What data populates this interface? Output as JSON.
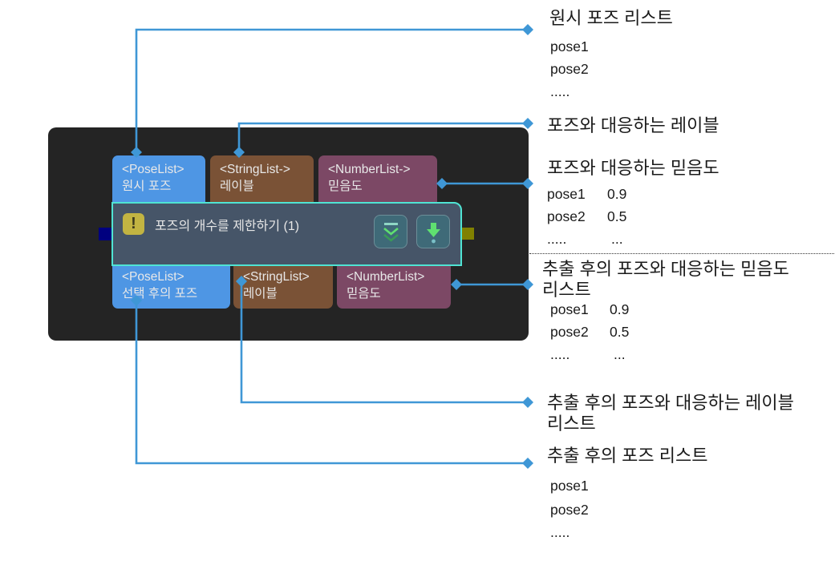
{
  "node": {
    "title": "포즈의 개수를 제한하기 (1)",
    "status_icon": "warning-icon",
    "buttons": [
      {
        "name": "collapse-expand-button",
        "icon": "double-chevron-down-icon"
      },
      {
        "name": "download-button",
        "icon": "download-arrow-icon"
      }
    ]
  },
  "inputs": [
    {
      "type": "<PoseList>",
      "label": "원시 포즈",
      "color": "#4e96e4"
    },
    {
      "type": "<StringList->",
      "label": "레이블",
      "color": "#7a5236"
    },
    {
      "type": "<NumberList->",
      "label": "믿음도",
      "color": "#7c4865"
    }
  ],
  "outputs": [
    {
      "type": "<PoseList>",
      "label": "선택 후의 포즈",
      "color": "#4e96e4"
    },
    {
      "type": "<StringList>",
      "label": "레이블",
      "color": "#7a5236"
    },
    {
      "type": "<NumberList>",
      "label": "믿음도",
      "color": "#7c4865"
    }
  ],
  "annotations": {
    "raw_poses": {
      "title": "원시 포즈 리스트",
      "rows": [
        "pose1",
        "pose2",
        "....."
      ]
    },
    "labels": {
      "title": "포즈와 대응하는 레이블"
    },
    "confidence": {
      "title": "포즈와 대응하는 믿음도",
      "rows": [
        [
          "pose1",
          "0.9"
        ],
        [
          "pose2",
          "0.5"
        ],
        [
          ".....",
          "..."
        ]
      ]
    },
    "out_confidence": {
      "title_line1": "추출 후의 포즈와 대응하는 믿음도",
      "title_line2": "리스트",
      "rows": [
        [
          "pose1",
          "0.9"
        ],
        [
          "pose2",
          "0.5"
        ],
        [
          ".....",
          "..."
        ]
      ]
    },
    "out_labels": {
      "title_line1": "추출 후의 포즈와 대응하는 레이블",
      "title_line2": "리스트"
    },
    "out_poses": {
      "title": "추출 후의 포즈 리스트",
      "rows": [
        "pose1",
        "pose2",
        "....."
      ]
    }
  },
  "colors": {
    "connector": "#3f97d6",
    "node_border": "#4fe4d3",
    "panel_bg": "#242424"
  }
}
